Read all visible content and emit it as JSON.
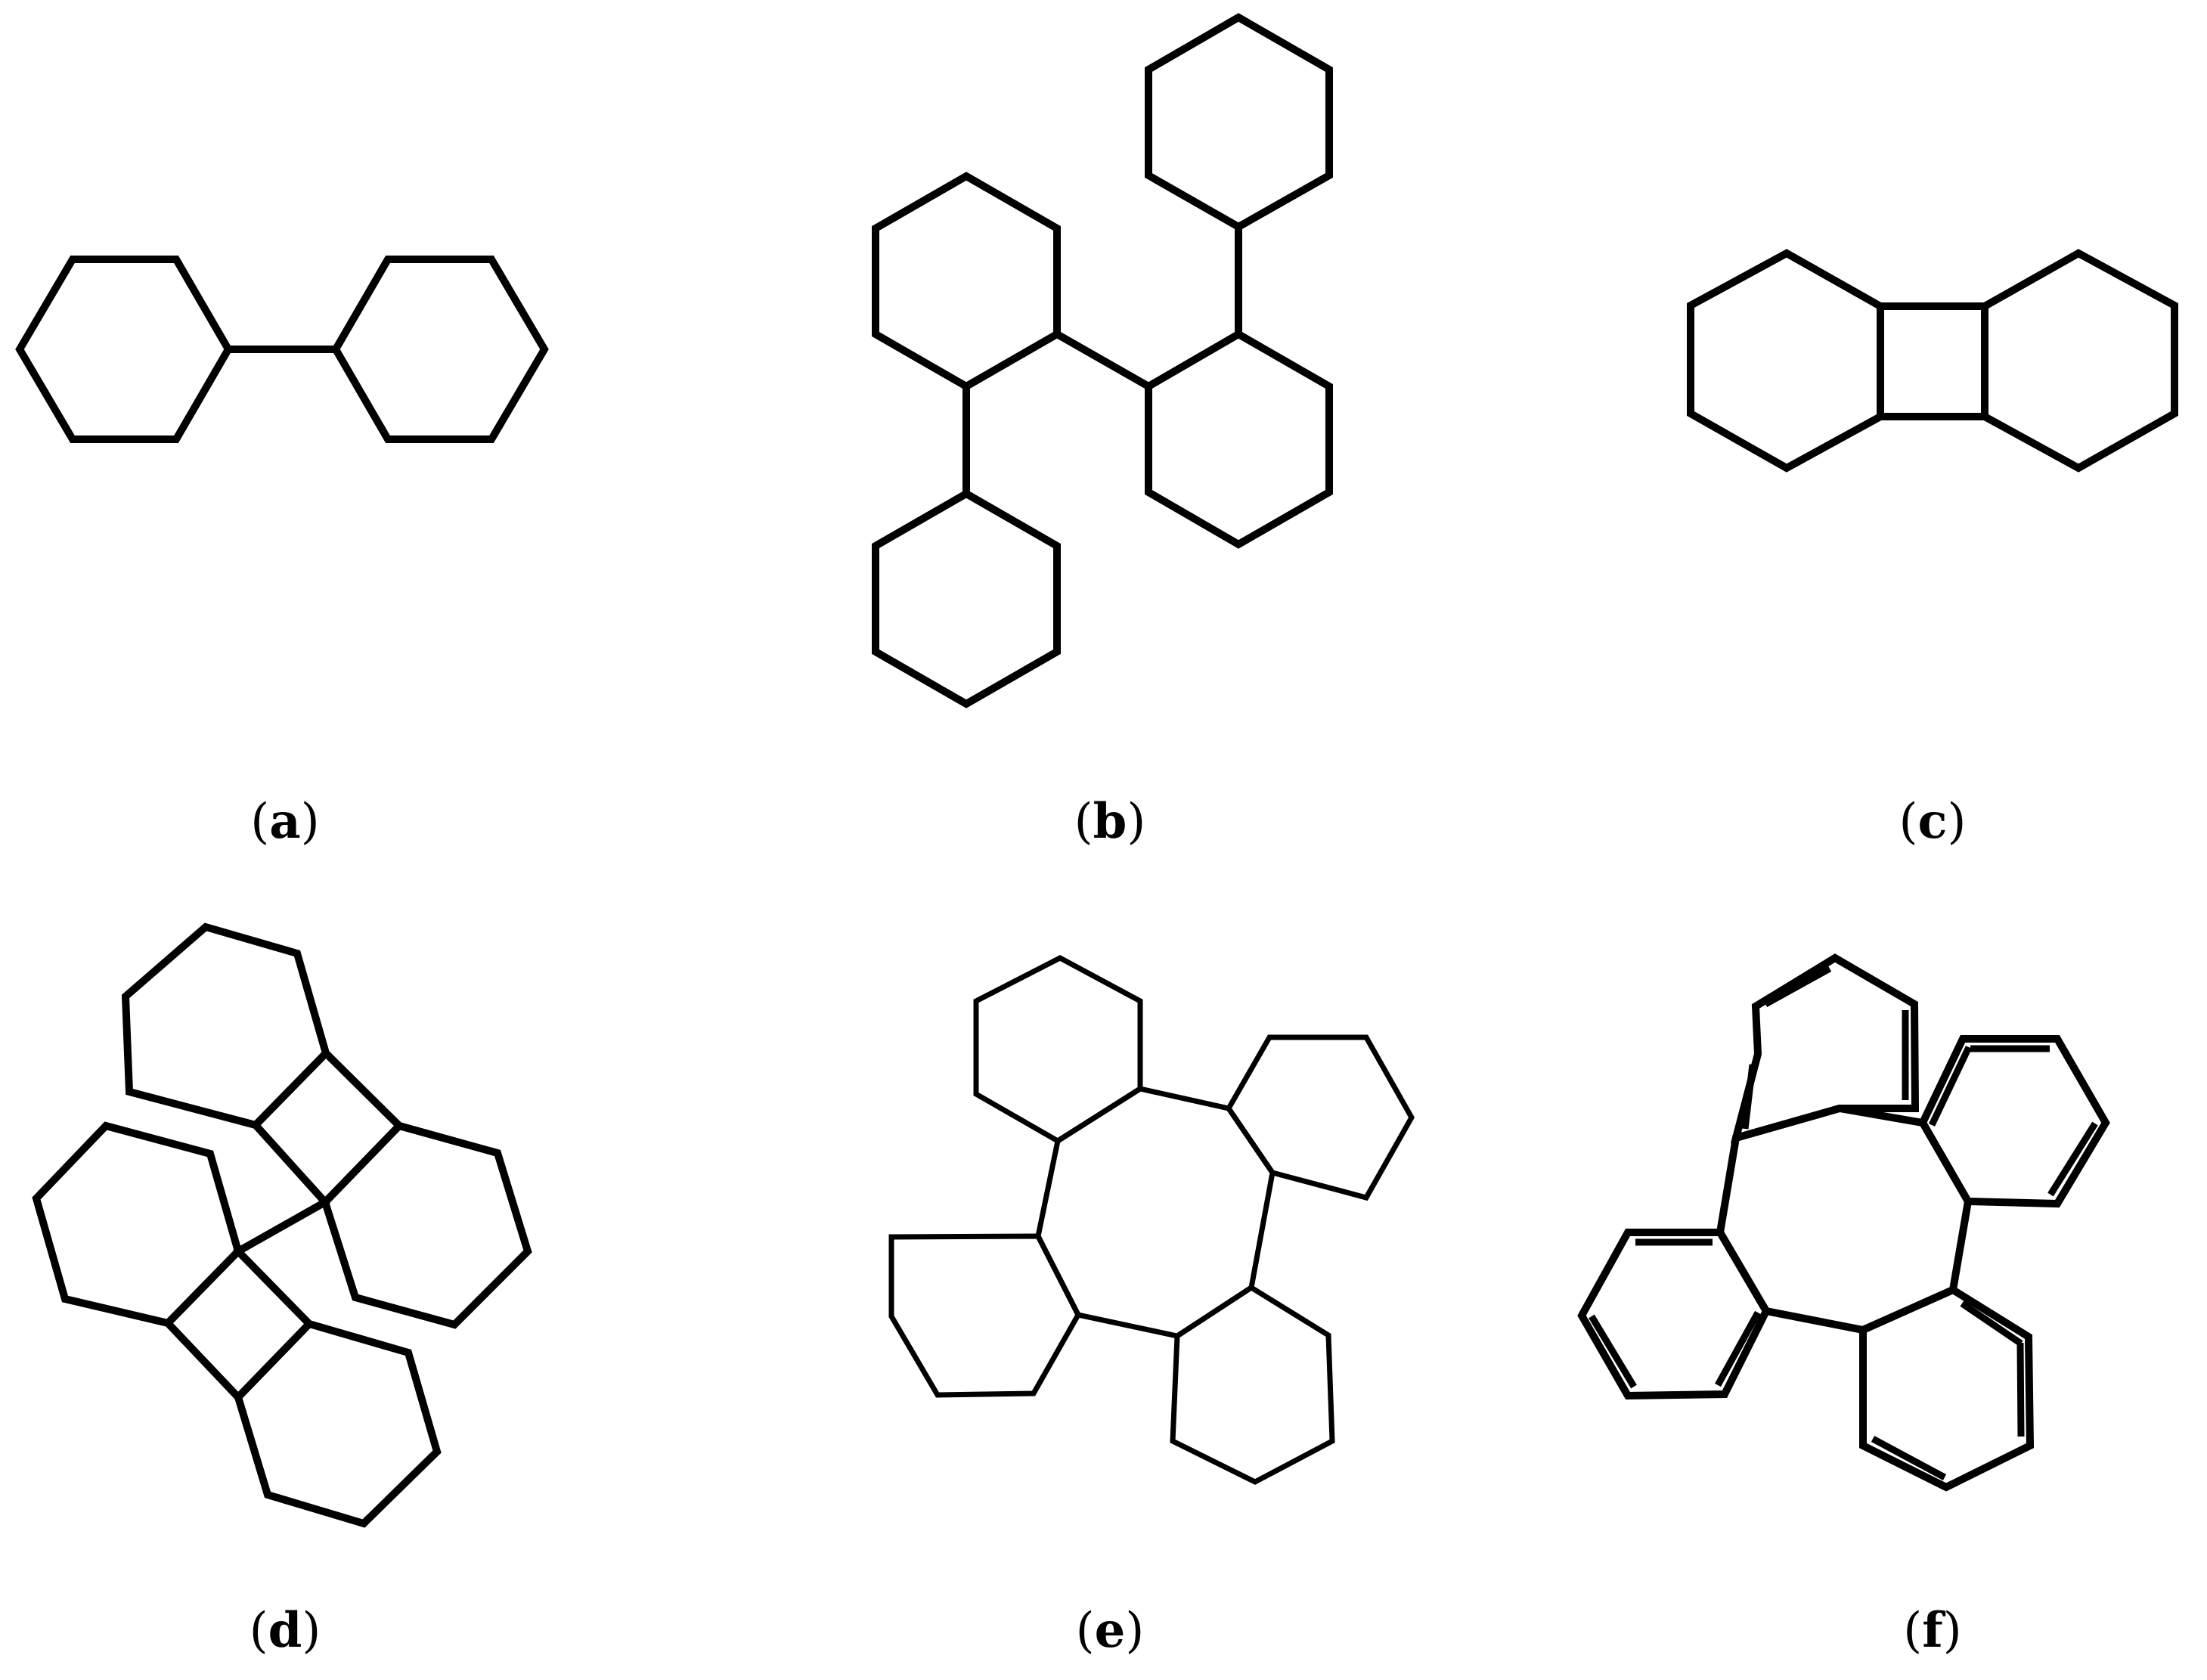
{
  "panels": [
    {
      "id": "a",
      "label": "(a)"
    },
    {
      "id": "b",
      "label": "(b)"
    },
    {
      "id": "c",
      "label": "(c)"
    },
    {
      "id": "d",
      "label": "(d)"
    },
    {
      "id": "e",
      "label": "(e)"
    },
    {
      "id": "f",
      "label": "(f)"
    }
  ],
  "colors": {
    "stroke": "#000000",
    "background": "#ffffff"
  }
}
